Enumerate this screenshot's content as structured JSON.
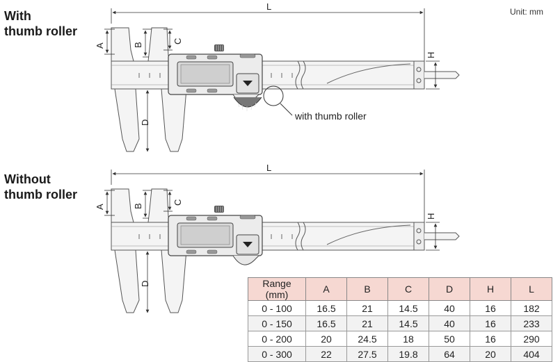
{
  "titles": {
    "with_line1": "With",
    "with_line2": "thumb roller",
    "without_line1": "Without",
    "without_line2": "thumb roller"
  },
  "unit_label": "Unit: mm",
  "callout": "with thumb roller",
  "dimensions": {
    "A": "A",
    "B": "B",
    "C": "C",
    "D": "D",
    "H": "H",
    "L": "L"
  },
  "table": {
    "headers": [
      "Range (mm)",
      "A",
      "B",
      "C",
      "D",
      "H",
      "L"
    ],
    "rows": [
      [
        "0 - 100",
        "16.5",
        "21",
        "14.5",
        "40",
        "16",
        "182"
      ],
      [
        "0 - 150",
        "16.5",
        "21",
        "14.5",
        "40",
        "16",
        "233"
      ],
      [
        "0 - 200",
        "20",
        "24.5",
        "18",
        "50",
        "16",
        "290"
      ],
      [
        "0 - 300",
        "22",
        "27.5",
        "19.8",
        "64",
        "20",
        "404"
      ]
    ]
  }
}
